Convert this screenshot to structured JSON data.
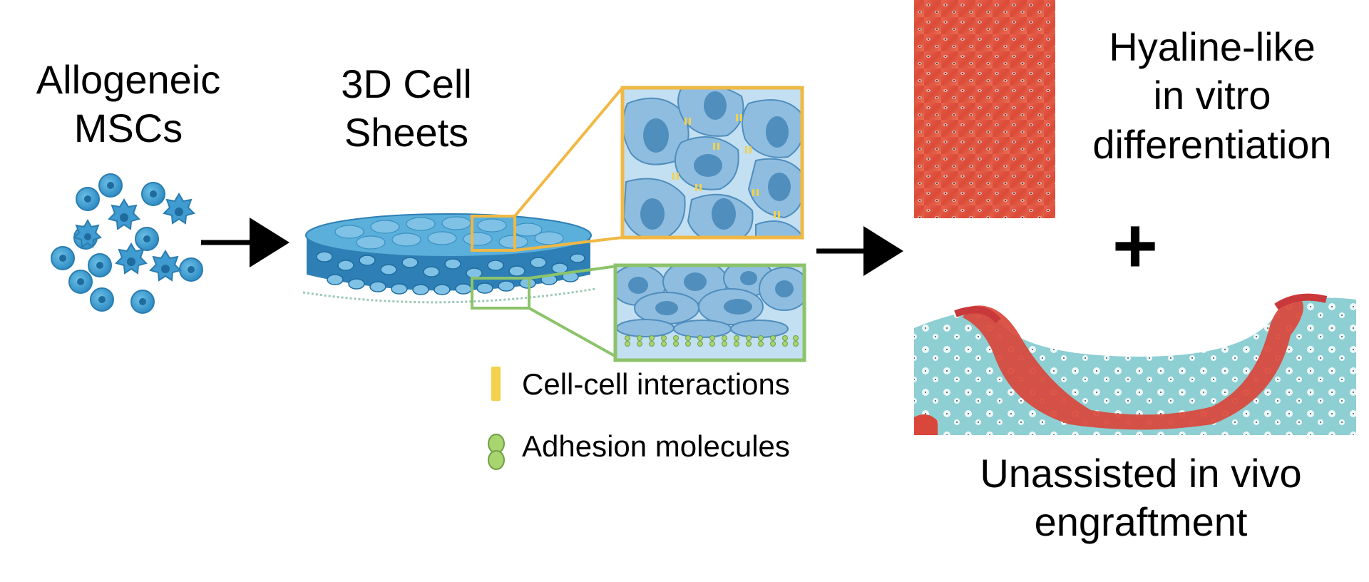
{
  "labels": {
    "msc": [
      "Allogeneic",
      "MSCs"
    ],
    "sheet": [
      "3D Cell",
      "Sheets"
    ],
    "hyaline": [
      "Hyaline-like",
      "in vitro",
      "differentiation"
    ],
    "invivo": [
      "Unassisted in vivo",
      "engraftment"
    ],
    "plus": "+"
  },
  "legend": {
    "cell_cell": "Cell-cell interactions",
    "adhesion": "Adhesion molecules"
  },
  "colors": {
    "cell_fill": "#3f9bd0",
    "cell_nucleus": "#1f6b9e",
    "sheet_top": "#5ab0da",
    "sheet_side": "#2e7fb5",
    "zoom_bg": "#c3dff2",
    "zoom_cell": "#8fbde0",
    "zoom_nucleus": "#4f8ebd",
    "orange": "#f0b844",
    "interaction": "#f3d14a",
    "green": "#8cc36a",
    "adhesion": "#a9d46f",
    "histology_red": "#e0533c",
    "histology_teal": "#8fcdd0",
    "arrow": "#000000"
  }
}
